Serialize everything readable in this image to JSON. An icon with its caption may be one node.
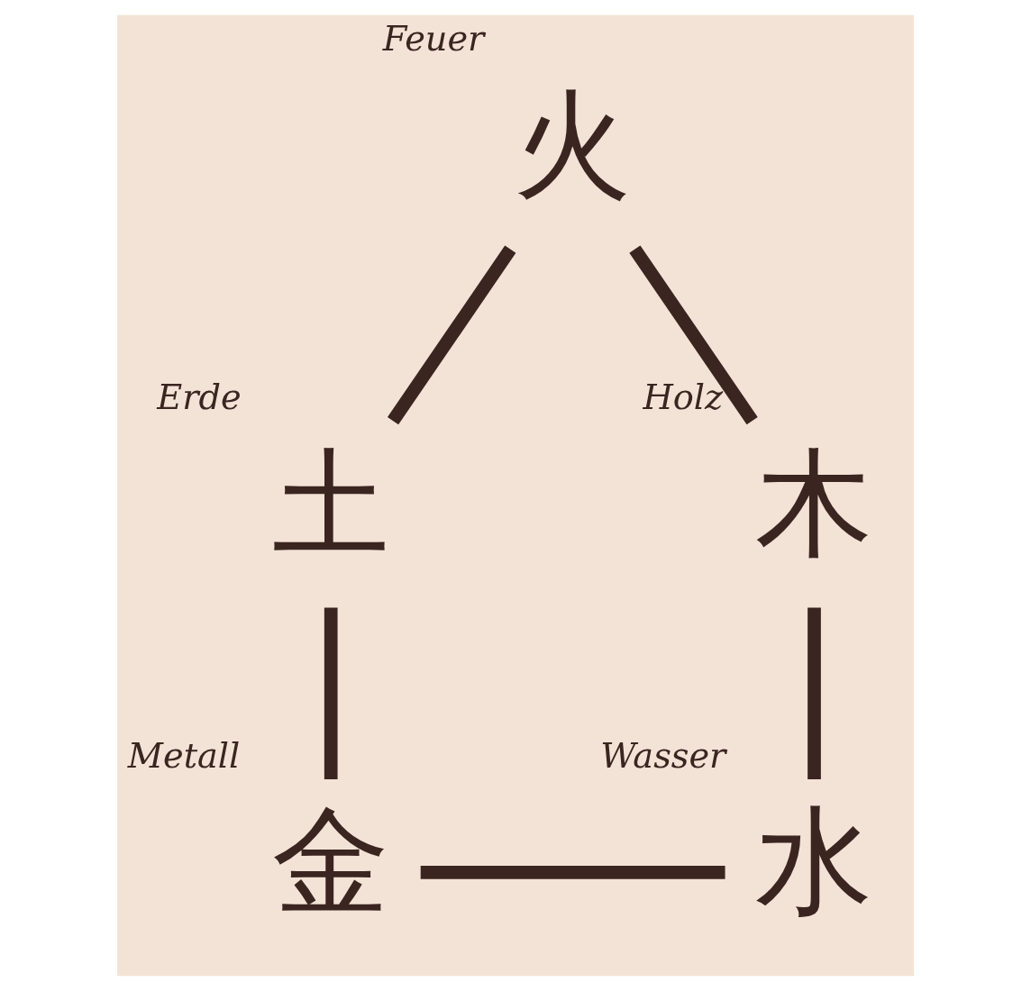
{
  "diagram": {
    "nodes": [
      {
        "text": [
          "火"
        ],
        "beside": [
          "Feuer"
        ]
      },
      {
        "text": [
          "土"
        ],
        "beside": [
          "Erde"
        ]
      },
      {
        "text": [
          "金"
        ],
        "beside": [
          "Metall"
        ]
      },
      {
        "text": [
          "水"
        ],
        "beside": [
          "Wasser"
        ]
      },
      {
        "text": [
          "木"
        ],
        "beside": [
          "Holz"
        ]
      }
    ],
    "edges": [
      {
        "from": 0,
        "to": 1,
        "arrow": "none"
      },
      {
        "from": 1,
        "to": 2,
        "arrow": "none"
      },
      {
        "from": 2,
        "to": 3,
        "arrow": "none"
      },
      {
        "from": 3,
        "to": 4,
        "arrow": "none"
      },
      {
        "from": 4,
        "to": 0,
        "arrow": "none"
      }
    ]
  }
}
